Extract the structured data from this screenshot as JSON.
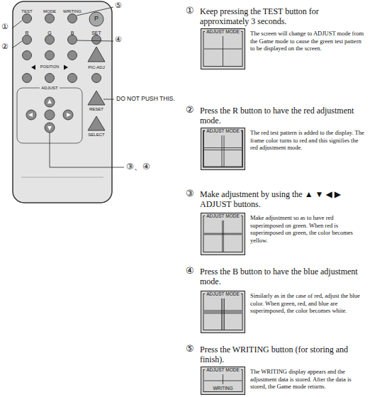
{
  "diagram": {
    "nodes": [
      {
        "text": [
          "ADJUST MODE"
        ]
      },
      {
        "text": [
          "ADJUST MODE"
        ]
      },
      {
        "text": [
          "ADJUST MODE"
        ]
      },
      {
        "text": [
          "ADJUST MODE"
        ]
      },
      {
        "text": [
          "ADJUST MODE",
          "WRITING"
        ]
      }
    ],
    "labels": [
      "①",
      "②",
      "⑤",
      "④",
      "DO NOT PUSH THIS.",
      "③、④",
      "TEST",
      "MODE",
      "WRITING",
      "P",
      "R",
      "G",
      "B",
      "SET",
      "POSITION",
      "PIC-ADJ",
      "ADJUST",
      "RESET",
      "SELECT",
      "①",
      "Keep pressing the TEST button for approximately 3 seconds.",
      "The screen will change to ADJUST mode from the Game mode to cause the green test pattern to be displayed on the screen.",
      "②",
      "Press the R button to have the red adjustment mode.",
      "The red test pattern is added to the display. The frame color turns to red and this signifies the red adjustment mode.",
      "③",
      "Make adjustment by using the ▲ ▼ ◀ ▶ ADJUST buttons.",
      "Make adjustment so as to have red superimposed on green. When red is superimposed on green, the color becomes yellow.",
      "④",
      "Press the B button to have the blue adjustment mode.",
      "Similarly as in the case of red, adjust the blue color. When green, red, and blue are superimposed, the color becomes white.",
      "⑤",
      "Press the WRITING button (for storing and finish).",
      "The WRITING display appears and the adjustment data is stored. After the data is stored, the Game mode returns."
    ]
  }
}
